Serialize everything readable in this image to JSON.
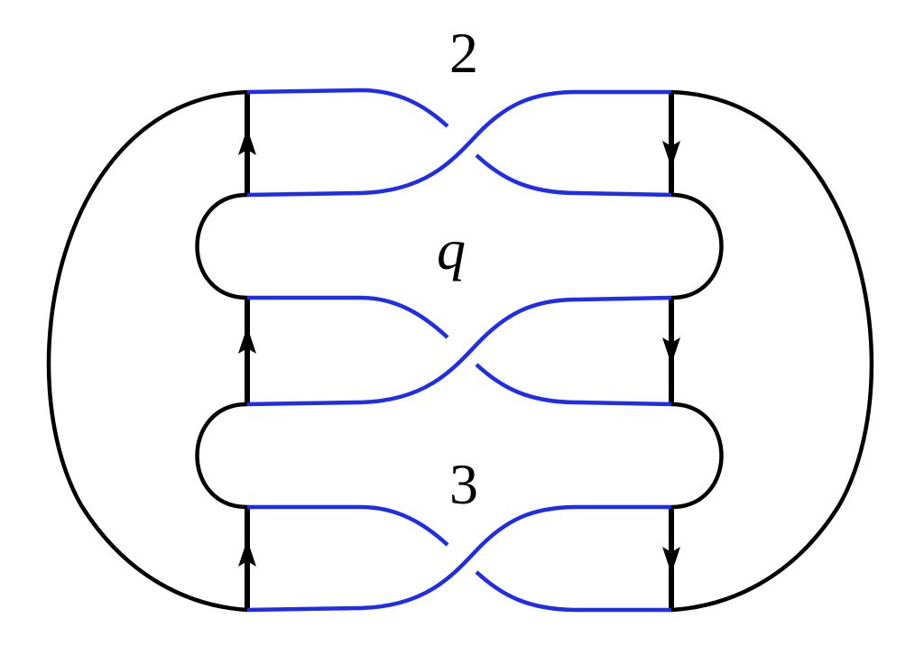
{
  "diagram": {
    "labels": {
      "top": "2",
      "middle": "q",
      "bottom": "3"
    },
    "colors": {
      "black_strand": "#000000",
      "blue_strand": "#1f2ee6",
      "background": "#ffffff"
    },
    "crossings": [
      {
        "id": "upper-crossing"
      },
      {
        "id": "middle-crossing"
      },
      {
        "id": "lower-crossing"
      }
    ],
    "orientation": {
      "left_column": "up",
      "right_column": "down"
    }
  }
}
